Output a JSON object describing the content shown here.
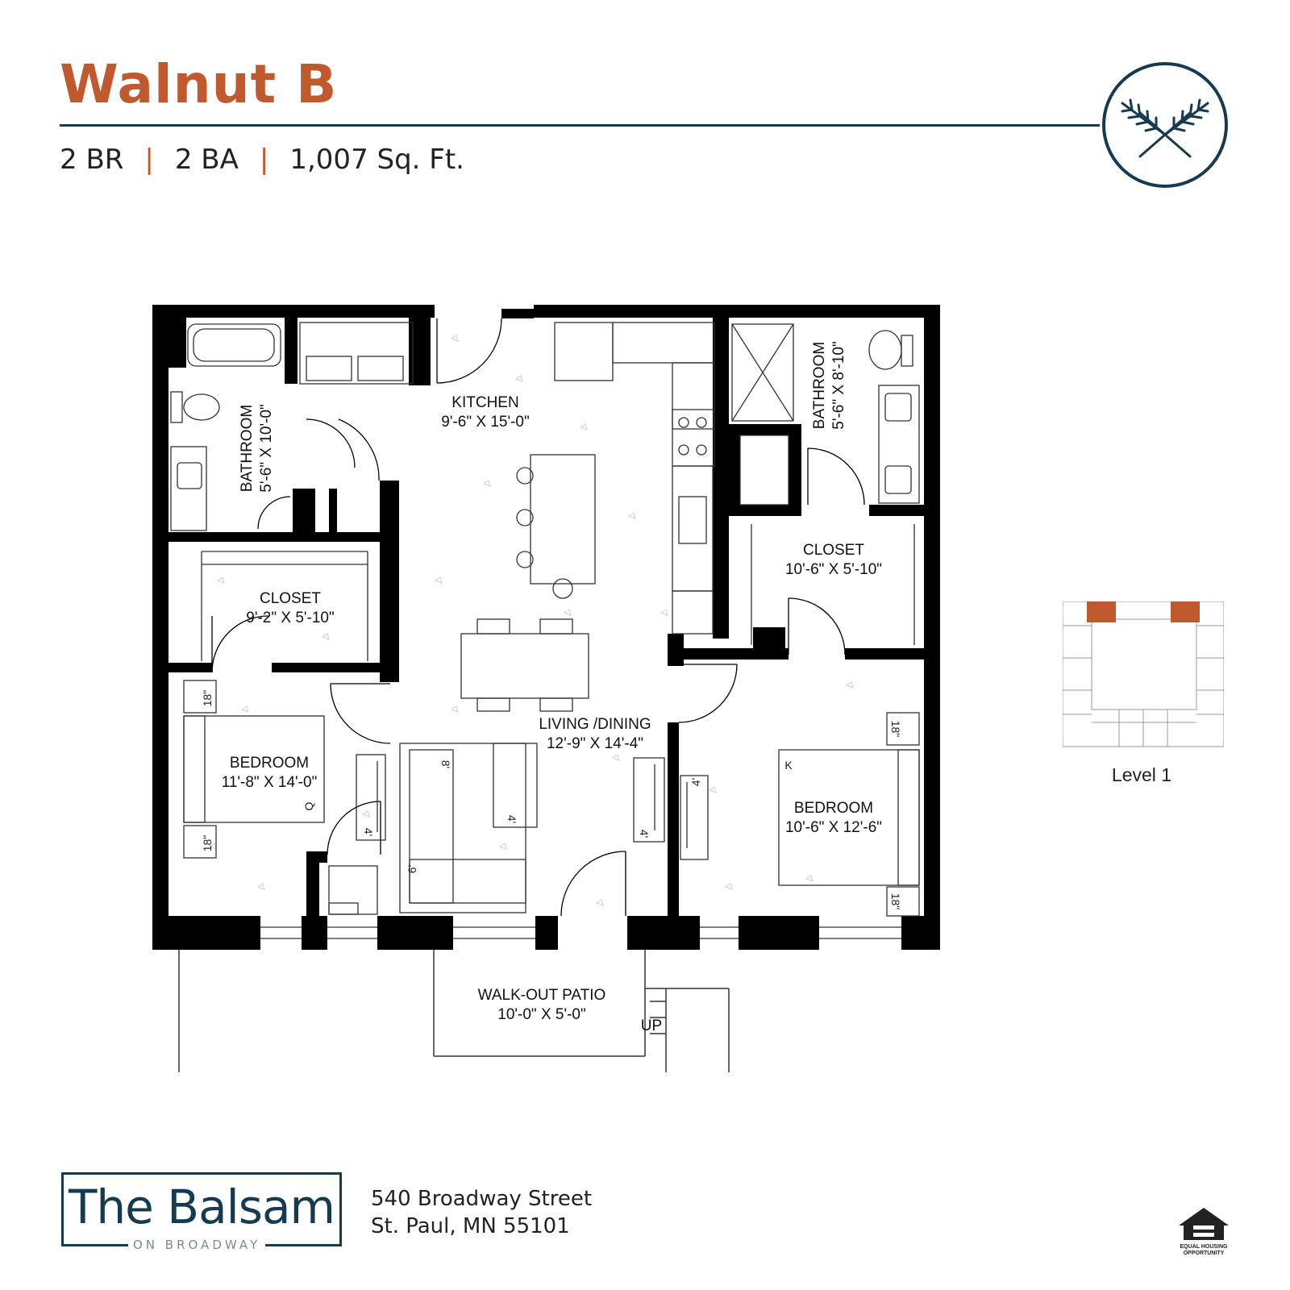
{
  "header": {
    "title": "Walnut B",
    "beds": "2 BR",
    "baths": "2 BA",
    "area": "1,007 Sq. Ft.",
    "separator": "|"
  },
  "logo": {
    "icon": "pine-branch-icon",
    "color": "#163a4f"
  },
  "rooms": {
    "bathroom_left": {
      "name": "BATHROOM",
      "size": "5'-6\" X 10'-0\""
    },
    "kitchen": {
      "name": "KITCHEN",
      "size": "9'-6\" X 15'-0\""
    },
    "bathroom_right": {
      "name": "BATHROOM",
      "size": "5'-6\" X 8'-10\""
    },
    "closet_left": {
      "name": "CLOSET",
      "size": "9'-2\" X 5'-10\""
    },
    "closet_right": {
      "name": "CLOSET",
      "size": "10'-6\" X 5'-10\""
    },
    "living": {
      "name": "LIVING /DINING",
      "size": "12'-9\" X 14'-4\""
    },
    "bedroom_left": {
      "name": "BEDROOM",
      "size": "11'-8\" X 14'-0\""
    },
    "bedroom_right": {
      "name": "BEDROOM",
      "size": "10'-6\" X 12'-6\""
    },
    "patio": {
      "name": "WALK-OUT PATIO",
      "size": "10'-0\" X 5'-0\""
    },
    "stair": "UP"
  },
  "furniture_dims": {
    "nightstand": "18\"",
    "sofa": "8'",
    "table_small": "4'",
    "loveseat": "6'",
    "king": "K",
    "queen": "Q"
  },
  "key_plan": {
    "label": "Level 1",
    "highlight_color": "#c0592e"
  },
  "footer": {
    "brand_name": "The Balsam",
    "brand_sub": "ON BROADWAY",
    "address_line1": "540 Broadway Street",
    "address_line2": "St. Paul, MN 55101",
    "eho_text1": "EQUAL HOUSING",
    "eho_text2": "OPPORTUNITY"
  },
  "colors": {
    "accent": "#c0592e",
    "navy": "#163a4f",
    "wall": "#000000"
  }
}
